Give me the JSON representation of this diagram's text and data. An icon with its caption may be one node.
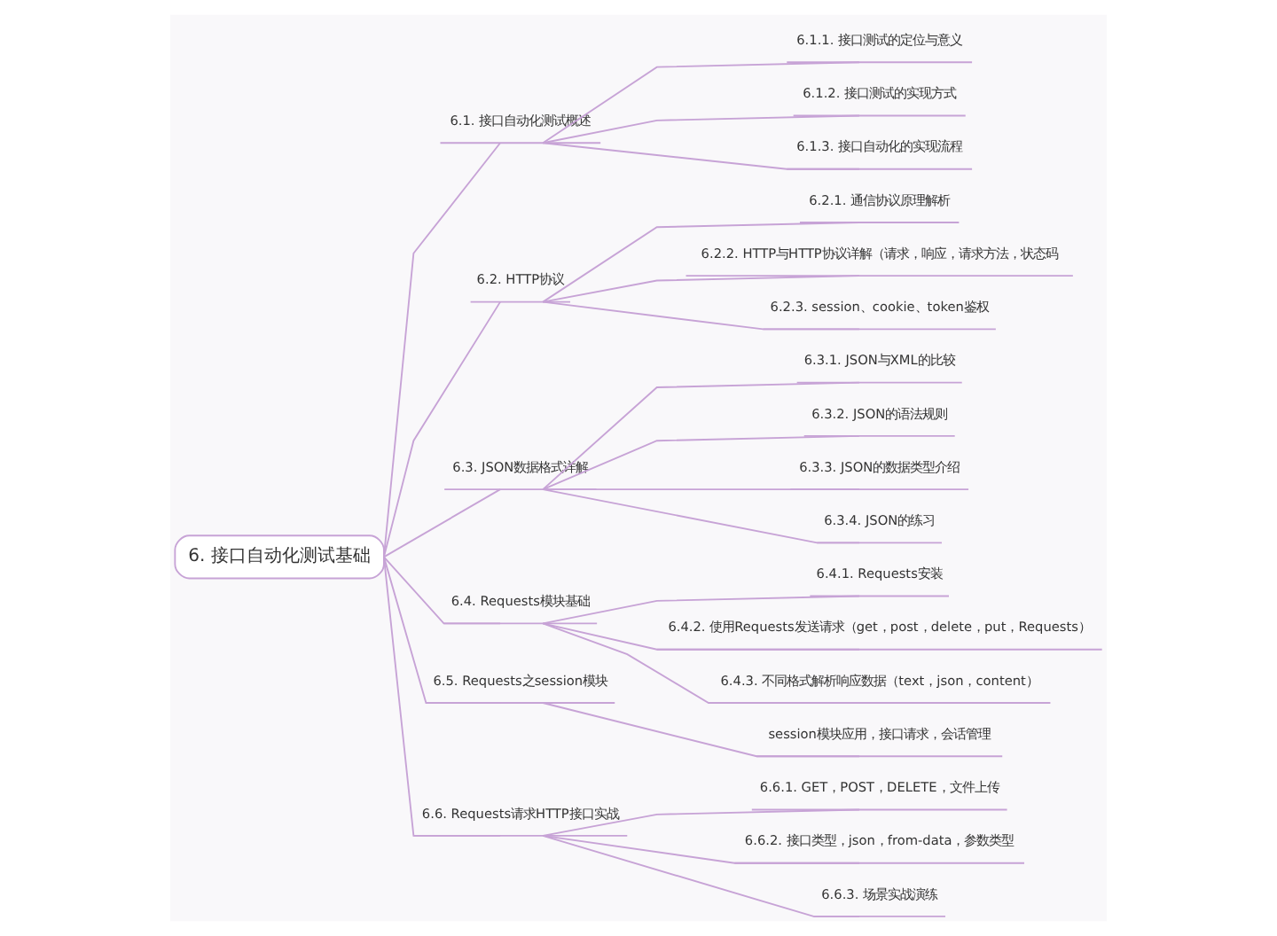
{
  "diagram": {
    "nodes": [
      {
        "text": [
          "6. 接口自动化测试基础"
        ]
      },
      {
        "text": [
          "6.1. 接口自动化测试概述"
        ]
      },
      {
        "text": [
          "6.1.1. 接口测试的定位与意义"
        ]
      },
      {
        "text": [
          "6.1.2. 接口测试的实现方式"
        ]
      },
      {
        "text": [
          "6.1.3. 接口自动化的实现流程"
        ]
      },
      {
        "text": [
          "6.2. HTTP协议"
        ]
      },
      {
        "text": [
          "6.2.1. 通信协议原理解析"
        ]
      },
      {
        "text": [
          "6.2.2. HTTP与HTTP协议详解（请求，响应，请求方法，状态码"
        ]
      },
      {
        "text": [
          "6.2.3. session、cookie、token鉴权"
        ]
      },
      {
        "text": [
          "6.3. JSON数据格式详解"
        ]
      },
      {
        "text": [
          "6.3.1. JSON与XML的比较"
        ]
      },
      {
        "text": [
          "6.3.2. JSON的语法规则"
        ]
      },
      {
        "text": [
          "6.3.3. JSON的数据类型介绍"
        ]
      },
      {
        "text": [
          "6.3.4. JSON的练习"
        ]
      },
      {
        "text": [
          "6.4. Requests模块基础"
        ]
      },
      {
        "text": [
          "6.4.1. Requests安装"
        ]
      },
      {
        "text": [
          "6.4.2. 使用Requests发送请求（get，post，delete，put，Requests）"
        ]
      },
      {
        "text": [
          "6.4.3. 不同格式解析响应数据（text，json，content）"
        ]
      },
      {
        "text": [
          "6.5. Requests之session模块"
        ]
      },
      {
        "text": [
          "session模块应用，接口请求，会话管理"
        ]
      },
      {
        "text": [
          "6.6. Requests请求HTTP接口实战"
        ]
      },
      {
        "text": [
          "6.6.1. GET，POST，DELETE，文件上传"
        ]
      },
      {
        "text": [
          "6.6.2. 接口类型，json，from-data，参数类型"
        ]
      },
      {
        "text": [
          "6.6.3. 场景实战演练"
        ]
      }
    ],
    "edges": [
      {
        "from": 0,
        "to": 1,
        "arrow": "none"
      },
      {
        "from": 1,
        "to": 2,
        "arrow": "none"
      },
      {
        "from": 1,
        "to": 3,
        "arrow": "none"
      },
      {
        "from": 1,
        "to": 4,
        "arrow": "none"
      },
      {
        "from": 0,
        "to": 5,
        "arrow": "none"
      },
      {
        "from": 5,
        "to": 6,
        "arrow": "none"
      },
      {
        "from": 5,
        "to": 7,
        "arrow": "none"
      },
      {
        "from": 5,
        "to": 8,
        "arrow": "none"
      },
      {
        "from": 0,
        "to": 9,
        "arrow": "none"
      },
      {
        "from": 9,
        "to": 10,
        "arrow": "none"
      },
      {
        "from": 9,
        "to": 11,
        "arrow": "none"
      },
      {
        "from": 9,
        "to": 12,
        "arrow": "none"
      },
      {
        "from": 9,
        "to": 13,
        "arrow": "none"
      },
      {
        "from": 0,
        "to": 14,
        "arrow": "none"
      },
      {
        "from": 14,
        "to": 15,
        "arrow": "none"
      },
      {
        "from": 14,
        "to": 16,
        "arrow": "none"
      },
      {
        "from": 14,
        "to": 17,
        "arrow": "none"
      },
      {
        "from": 0,
        "to": 18,
        "arrow": "none"
      },
      {
        "from": 18,
        "to": 19,
        "arrow": "none"
      },
      {
        "from": 0,
        "to": 20,
        "arrow": "none"
      },
      {
        "from": 20,
        "to": 21,
        "arrow": "none"
      },
      {
        "from": 20,
        "to": 22,
        "arrow": "none"
      },
      {
        "from": 20,
        "to": 23,
        "arrow": "none"
      }
    ]
  }
}
